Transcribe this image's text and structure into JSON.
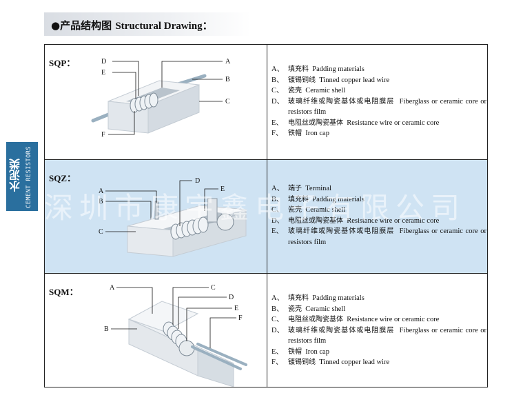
{
  "header": {
    "title_zh": "●产品结构图",
    "title_en": "Structural Drawing："
  },
  "side_tab": {
    "label_zh": "水泥类",
    "label_en": "CEMENT RESISTORS"
  },
  "watermark": "深圳市康宇鑫电子有限公司",
  "rows": [
    {
      "model": "SQP：",
      "callouts": [
        "D",
        "E",
        "F",
        "A",
        "B",
        "C"
      ],
      "legend": [
        {
          "key": "A、",
          "zh": "填充料",
          "en": "Padding materials"
        },
        {
          "key": "B、",
          "zh": "镀锡铜线",
          "en": "Tinned copper lead wire"
        },
        {
          "key": "C、",
          "zh": "瓷壳",
          "en": "Ceramic shell"
        },
        {
          "key": "D、",
          "zh": "玻璃纤维或陶瓷基体或电阻膜层",
          "en": "Fiberglass or ceramic core or resistors film"
        },
        {
          "key": "E、",
          "zh": "电阻丝或陶瓷基体",
          "en": "Resistance wire or ceramic core"
        },
        {
          "key": "F、",
          "zh": "铁帽",
          "en": "Iron cap"
        }
      ]
    },
    {
      "model": "SQZ：",
      "callouts": [
        "A",
        "B",
        "C",
        "D",
        "E"
      ],
      "legend": [
        {
          "key": "A、",
          "zh": "端子",
          "en": "Terminal"
        },
        {
          "key": "B、",
          "zh": "填充料",
          "en": "Padding materials"
        },
        {
          "key": "C、",
          "zh": "瓷壳",
          "en": "Ceramic shell"
        },
        {
          "key": "D、",
          "zh": "电阻丝或陶瓷基体",
          "en": "Resistance wire or ceramic core"
        },
        {
          "key": "E、",
          "zh": "玻璃纤维或陶瓷基体或电阻膜层",
          "en": "Fiberglass or ceramic core or resistors film"
        }
      ]
    },
    {
      "model": "SQM：",
      "callouts": [
        "A",
        "B",
        "C",
        "D",
        "E",
        "F"
      ],
      "legend": [
        {
          "key": "A、",
          "zh": "填充料",
          "en": "Padding materials"
        },
        {
          "key": "B、",
          "zh": "瓷壳",
          "en": "Ceramic shell"
        },
        {
          "key": "C、",
          "zh": "电阻丝或陶瓷基体",
          "en": "Resistance wire or ceramic core"
        },
        {
          "key": "D、",
          "zh": "玻璃纤维或陶瓷基体或电阻膜层",
          "en": "Fiberglass or ceramic core or resistors film"
        },
        {
          "key": "E、",
          "zh": "铁帽",
          "en": "Iron cap"
        },
        {
          "key": "F、",
          "zh": "镀锡铜线",
          "en": "Tinned copper lead wire"
        }
      ]
    }
  ]
}
